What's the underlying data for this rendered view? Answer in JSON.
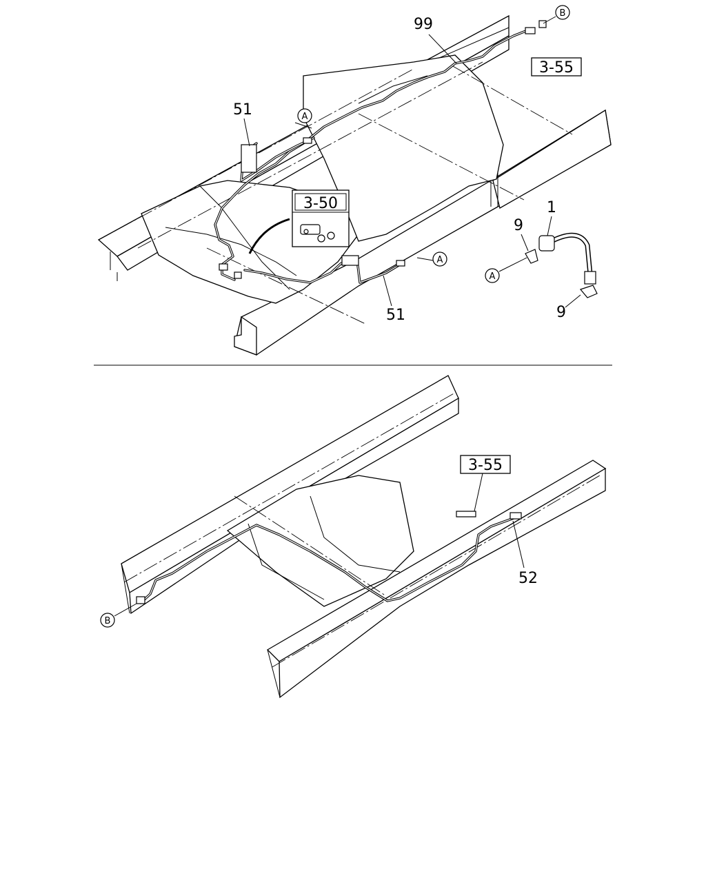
{
  "top_view": {
    "callouts": {
      "p99": "99",
      "p51_upper": "51",
      "p51_lower": "51",
      "p1": "1",
      "p9_upper": "9",
      "p9_lower": "9"
    },
    "ref_boxes": {
      "r3_55": "3-55",
      "r3_50": "3-50"
    },
    "connectors": {
      "b_top": "B",
      "a_upper": "A",
      "a_lower": "A",
      "a_clip": "A"
    }
  },
  "bottom_view": {
    "callouts": {
      "p52": "52"
    },
    "ref_boxes": {
      "r3_55": "3-55"
    },
    "connectors": {
      "b_left": "B"
    }
  }
}
